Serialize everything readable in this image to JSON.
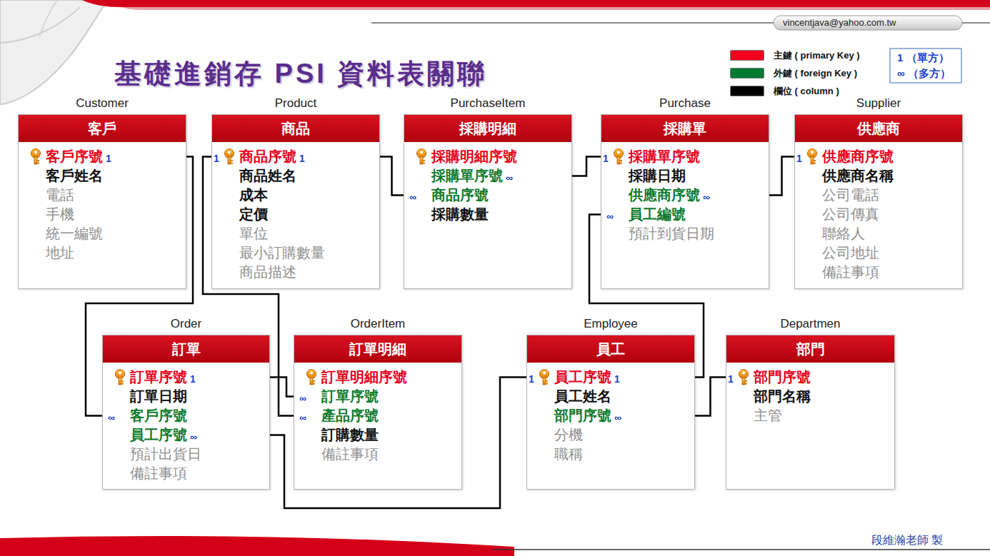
{
  "diagram": {
    "title": "基礎進銷存 PSI 資料表關聯",
    "nodes": [
      {
        "text": [
          "Customer",
          "客戶",
          "客戶序號",
          "客戶姓名",
          "電話",
          "手機",
          "統一編號",
          "地址"
        ]
      },
      {
        "text": [
          "Product",
          "商品",
          "商品序號",
          "商品姓名",
          "成本",
          "定價",
          "單位",
          "最小訂購數量",
          "商品描述"
        ]
      },
      {
        "text": [
          "PurchaseItem",
          "採購明細",
          "採購明細序號",
          "採購單序號",
          "商品序號",
          "採購數量"
        ]
      },
      {
        "text": [
          "Purchase",
          "採購單",
          "採購單序號",
          "採購日期",
          "供應商序號",
          "員工編號",
          "預計到貨日期"
        ]
      },
      {
        "text": [
          "Supplier",
          "供應商",
          "供應商序號",
          "供應商名稱",
          "公司電話",
          "公司傳真",
          "聯絡人",
          "公司地址",
          "備註事項"
        ]
      },
      {
        "text": [
          "Order",
          "訂單",
          "訂單序號",
          "訂單日期",
          "客戶序號",
          "員工序號",
          "預計出貨日",
          "備註事項"
        ]
      },
      {
        "text": [
          "OrderItem",
          "訂單明細",
          "訂單明細序號",
          "訂單序號",
          "產品序號",
          "訂購數量",
          "備註事項"
        ]
      },
      {
        "text": [
          "Employee",
          "員工",
          "員工序號",
          "員工姓名",
          "部門序號",
          "分機",
          "職稱"
        ]
      },
      {
        "text": [
          "Departmen",
          "部門",
          "部門序號",
          "部門名稱",
          "主管"
        ]
      }
    ],
    "edges": [
      {
        "from": 0,
        "to": 5,
        "arrow": "none"
      },
      {
        "from": 1,
        "to": 6,
        "arrow": "none"
      },
      {
        "from": 1,
        "to": 2,
        "arrow": "none"
      },
      {
        "from": 3,
        "to": 2,
        "arrow": "none"
      },
      {
        "from": 4,
        "to": 3,
        "arrow": "none"
      },
      {
        "from": 7,
        "to": 3,
        "arrow": "none"
      },
      {
        "from": 5,
        "to": 6,
        "arrow": "none"
      },
      {
        "from": 7,
        "to": 5,
        "arrow": "none"
      },
      {
        "from": 8,
        "to": 7,
        "arrow": "none"
      }
    ],
    "labels": [
      "vincentjava@yahoo.com.tw",
      "1 （單方）",
      "∞ （多方）",
      "段維瀚老師 製",
      "1",
      "1",
      "1",
      "∞",
      "∞",
      "1",
      "∞",
      "∞",
      "1",
      "1",
      "∞",
      "∞",
      "∞",
      "∞",
      "1",
      "1",
      "∞",
      "1"
    ],
    "legend": [
      {
        "text": "主鍵 ( primary Key )",
        "color": "#f2001d"
      },
      {
        "text": "外鍵 ( foreign Key )",
        "color": "#007a33"
      },
      {
        "text": "欄位 ( column )",
        "color": "#000000"
      }
    ]
  }
}
